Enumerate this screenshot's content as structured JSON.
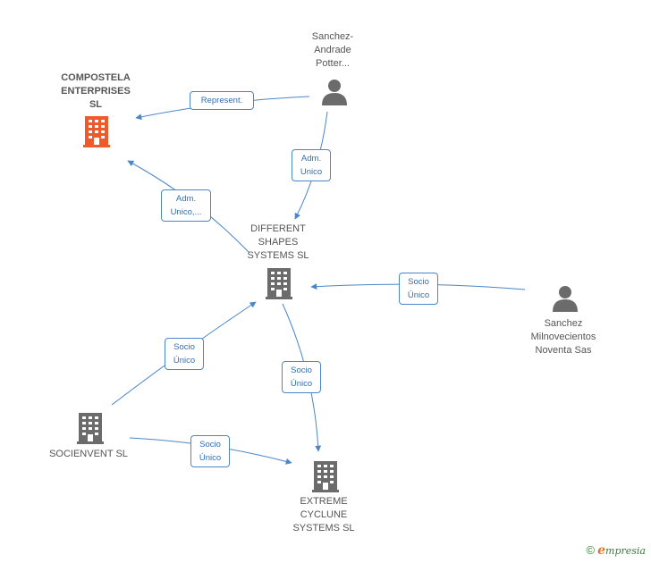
{
  "colors": {
    "edge": "#4a86c8",
    "company": "#6b6b6b",
    "company_focus": "#f05a2a",
    "person": "#6b6b6b"
  },
  "nodes": {
    "compostela": {
      "lines": [
        "COMPOSTELA",
        "ENTERPRISES",
        "SL"
      ],
      "type": "company-focus"
    },
    "sanchez_andrade": {
      "lines": [
        "Sanchez-",
        "Andrade",
        "Potter..."
      ],
      "type": "person"
    },
    "different_shapes": {
      "lines": [
        "DIFFERENT",
        "SHAPES",
        "SYSTEMS  SL"
      ],
      "type": "company"
    },
    "sanchez_milnovecientos": {
      "lines": [
        "Sanchez",
        "Milnovecientos",
        "Noventa Sas"
      ],
      "type": "person"
    },
    "socienvent": {
      "lines": [
        "SOCIENVENT SL"
      ],
      "type": "company"
    },
    "extreme_cyclune": {
      "lines": [
        "EXTREME",
        "CYCLUNE",
        "SYSTEMS  SL"
      ],
      "type": "company"
    }
  },
  "edges": {
    "represent": {
      "lines": [
        "Represent."
      ]
    },
    "adm_unico_1": {
      "lines": [
        "Adm.",
        "Unico"
      ]
    },
    "adm_unico_2": {
      "lines": [
        "Adm.",
        "Unico,..."
      ]
    },
    "socio_unico_1": {
      "lines": [
        "Socio",
        "Único"
      ]
    },
    "socio_unico_2": {
      "lines": [
        "Socio",
        "Único"
      ]
    },
    "socio_unico_3": {
      "lines": [
        "Socio",
        "Único"
      ]
    },
    "socio_unico_4": {
      "lines": [
        "Socio",
        "Único"
      ]
    }
  },
  "footer": {
    "copyright": "©",
    "brand_first": "e",
    "brand_rest": "mpresia"
  }
}
